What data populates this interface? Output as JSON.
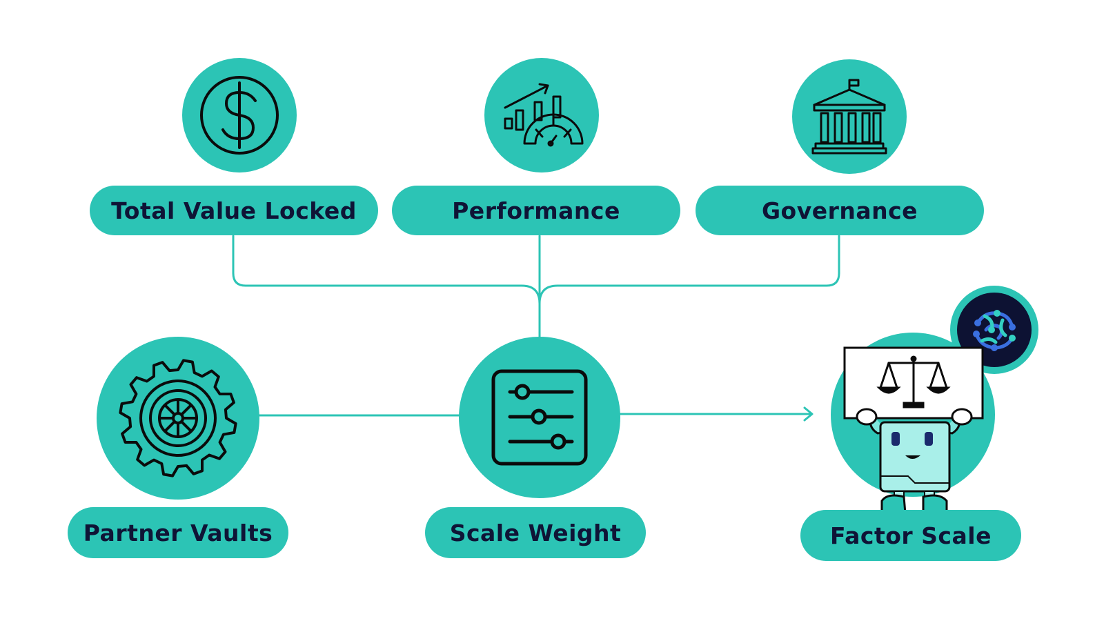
{
  "colors": {
    "accent": "#2cc4b5",
    "label_text": "#0f1436",
    "icon_stroke": "#0b0b0b",
    "badge_dark": "#0d1233"
  },
  "nodes": {
    "tvl": {
      "label": "Total Value Locked",
      "icon": "dollar-coin-icon"
    },
    "performance": {
      "label": "Performance",
      "icon": "growth-gauge-icon"
    },
    "governance": {
      "label": "Governance",
      "icon": "government-building-icon"
    },
    "partner_vaults": {
      "label": "Partner Vaults",
      "icon": "gear-wheel-icon"
    },
    "scale_weight": {
      "label": "Scale Weight",
      "icon": "sliders-icon"
    },
    "factor_scale": {
      "label": "Factor Scale",
      "icon": "balance-scale-mascot",
      "badge_icon": "factor-logo-icon"
    }
  }
}
